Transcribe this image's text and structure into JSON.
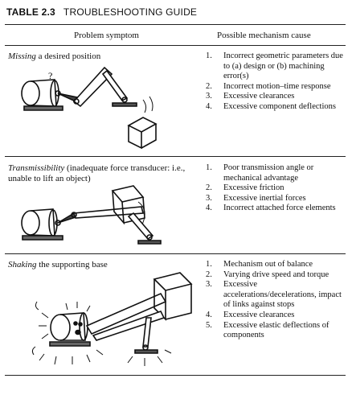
{
  "table": {
    "number": "TABLE 2.3",
    "title": "TROUBLESHOOTING GUIDE",
    "col_symptom": "Problem symptom",
    "col_cause": "Possible mechanism cause"
  },
  "rows": [
    {
      "symptom_em": "Missing",
      "symptom_rest": " a desired position",
      "causes": [
        "Incorrect geometric parameters due to (a) design or (b) machining error(s)",
        "Incorrect motion–time response",
        "Excessive clearances",
        "Excessive component deflections"
      ],
      "figure_mark": "?"
    },
    {
      "symptom_em": "Transmissibility",
      "symptom_rest": " (inadequate force transducer: i.e., unable to lift an object)",
      "causes": [
        "Poor transmission angle or mechanical advantage",
        "Excessive friction",
        "Excessive inertial forces",
        "Incorrect attached force elements"
      ]
    },
    {
      "symptom_em": "Shaking",
      "symptom_rest": " the supporting base",
      "causes": [
        "Mechanism out of balance",
        "Varying drive speed and torque",
        "Excessive accelerations/decelerations, impact of links against stops",
        "Excessive clearances",
        "Excessive elastic deflections of components"
      ]
    }
  ]
}
